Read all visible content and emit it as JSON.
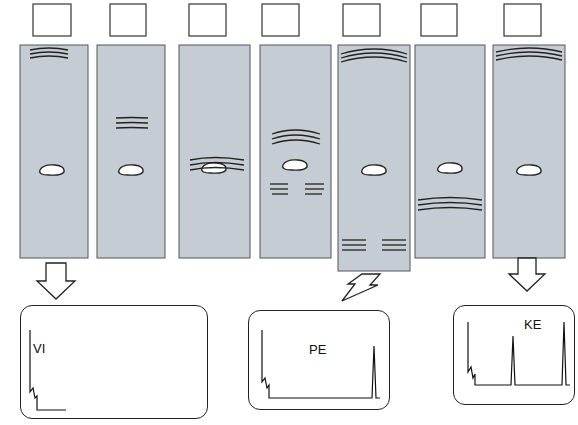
{
  "diagram": {
    "nodes": [
      {
        "text": [
          "VI"
        ]
      },
      {
        "text": [
          "PE"
        ]
      },
      {
        "text": [
          "KE"
        ]
      }
    ]
  }
}
